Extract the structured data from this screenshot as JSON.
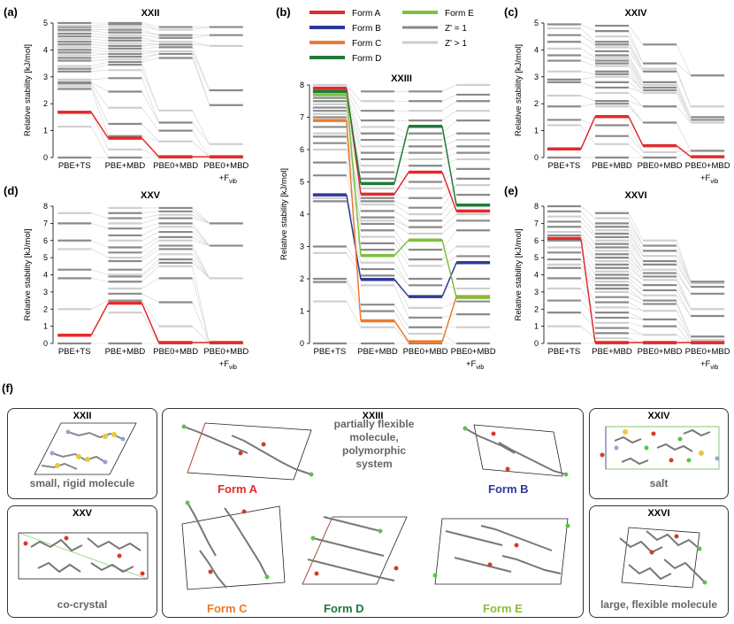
{
  "panel_letters": {
    "a": "(a)",
    "b": "(b)",
    "c": "(c)",
    "d": "(d)",
    "e": "(e)",
    "f": "(f)"
  },
  "y_label": "Relative stability [kJ/mol]",
  "x_labels": [
    "PBE+TS",
    "PBE+MBD",
    "PBE0+MBD",
    "PBE0+MBD"
  ],
  "fvib_plus": "+F",
  "fvib_sub": "vib",
  "legend": [
    {
      "label": "Form A",
      "color": "#e32a2a",
      "width": 4
    },
    {
      "label": "Form B",
      "color": "#2d3a97",
      "width": 4
    },
    {
      "label": "Form C",
      "color": "#ee7a2c",
      "width": 4
    },
    {
      "label": "Form D",
      "color": "#1f7a3a",
      "width": 4
    },
    {
      "label": "Form E",
      "color": "#7cc13d",
      "width": 4
    },
    {
      "label": "Z' = 1",
      "color": "#888888",
      "width": 3
    },
    {
      "label": "Z' > 1",
      "color": "#cccccc",
      "width": 3
    }
  ],
  "chart_data": [
    {
      "type": "energy-ranking",
      "id": "a",
      "title": "XXII",
      "ylim": [
        0,
        5
      ],
      "yticks": [
        0,
        1,
        2,
        3,
        4,
        5
      ],
      "levels": [
        [
          0,
          1.15,
          1.7,
          2.55,
          2.65,
          2.75,
          2.8,
          2.9,
          3.2,
          3.3,
          3.4,
          3.6,
          3.7,
          3.8,
          3.9,
          4.0,
          4.1,
          4.2,
          4.3,
          4.4,
          4.5,
          4.6,
          4.7,
          4.75,
          4.85,
          4.9,
          5.0
        ],
        [
          0,
          0.3,
          0.8,
          1.25,
          1.85,
          2.45,
          2.95,
          3.25,
          3.45,
          3.55,
          3.65,
          3.75,
          3.85,
          3.95,
          4.05,
          4.15,
          4.25,
          4.35,
          4.45,
          4.55,
          4.65,
          4.75,
          4.85,
          4.95,
          5.0
        ],
        [
          0,
          0.6,
          1.0,
          1.3,
          1.75,
          3.7,
          3.85,
          3.95,
          4.1,
          4.2,
          4.3,
          4.45,
          4.55,
          4.75,
          4.85
        ],
        [
          0,
          0.5,
          1.95,
          2.5,
          4.15,
          4.55,
          4.85
        ]
      ],
      "highlight": {
        "series": "red",
        "values": [
          1.68,
          0.72,
          0.03,
          0.03
        ]
      }
    },
    {
      "type": "energy-ranking",
      "id": "b",
      "title": "XXIII",
      "ylim": [
        0,
        8
      ],
      "yticks": [
        0,
        1,
        2,
        3,
        4,
        5,
        6,
        7,
        8
      ],
      "levels": [
        [
          0,
          1.3,
          1.9,
          2.0,
          2.8,
          3.0,
          4.4,
          4.5,
          5.2,
          5.6,
          6.0,
          6.2,
          6.4,
          6.5,
          6.7,
          7.0,
          7.1,
          7.2,
          7.3,
          7.4,
          7.5,
          7.6,
          7.7,
          7.8,
          7.9,
          8.0
        ],
        [
          0,
          0.5,
          1.0,
          1.2,
          1.8,
          2.1,
          2.3,
          2.5,
          2.9,
          3.1,
          3.3,
          3.5,
          3.7,
          3.8,
          3.9,
          4.1,
          4.3,
          4.4,
          4.5,
          4.8,
          5.1,
          5.3,
          5.5,
          5.7,
          5.9,
          6.1,
          6.3,
          6.5,
          6.7,
          6.9,
          7.2,
          7.5,
          7.8
        ],
        [
          0,
          0.3,
          0.5,
          0.8,
          1.1,
          1.8,
          2.0,
          2.4,
          2.6,
          2.9,
          3.4,
          3.6,
          3.8,
          4.0,
          4.2,
          4.5,
          4.8,
          5.0,
          5.5,
          5.7,
          5.9,
          6.1,
          6.3,
          6.5,
          6.9,
          7.2,
          7.5,
          7.8
        ],
        [
          0,
          0.5,
          0.9,
          1.3,
          1.7,
          2.0,
          2.7,
          3.0,
          3.5,
          3.8,
          4.0,
          4.3,
          4.6,
          4.9,
          5.1,
          5.4,
          5.7,
          5.9,
          6.1,
          6.3,
          6.5,
          6.9,
          7.2,
          7.5,
          7.7,
          8.0
        ]
      ],
      "series": [
        {
          "name": "Form A",
          "values": [
            7.9,
            4.62,
            5.3,
            4.1
          ]
        },
        {
          "name": "Form B",
          "values": [
            4.6,
            1.98,
            1.45,
            2.5
          ]
        },
        {
          "name": "Form C",
          "values": [
            6.9,
            0.7,
            0.05,
            1.45
          ]
        },
        {
          "name": "Form D",
          "values": [
            7.8,
            4.95,
            6.72,
            4.28
          ]
        },
        {
          "name": "Form E",
          "values": [
            7.7,
            2.72,
            3.2,
            1.42
          ]
        }
      ]
    },
    {
      "type": "energy-ranking",
      "id": "c",
      "title": "XXIV",
      "ylim": [
        0,
        5
      ],
      "yticks": [
        0,
        1,
        2,
        3,
        4,
        5
      ],
      "levels": [
        [
          0,
          1.2,
          1.4,
          1.9,
          2.3,
          2.8,
          2.9,
          3.2,
          3.6,
          3.8,
          4.05,
          4.3,
          4.55,
          4.8,
          4.95
        ],
        [
          0,
          0.5,
          0.8,
          1.2,
          1.9,
          2.0,
          2.1,
          2.4,
          2.6,
          2.8,
          3.0,
          3.1,
          3.2,
          3.4,
          3.5,
          3.6,
          3.7,
          3.8,
          3.95,
          4.1,
          4.2,
          4.3,
          4.5,
          4.7,
          4.9
        ],
        [
          0,
          0.2,
          1.3,
          1.9,
          2.4,
          2.5,
          2.6,
          2.7,
          2.8,
          3.2,
          3.3,
          3.5,
          4.2
        ],
        [
          0.25,
          1.3,
          1.4,
          1.5,
          1.9,
          3.05
        ]
      ],
      "highlight": {
        "series": "red",
        "values": [
          0.32,
          1.52,
          0.44,
          0.03
        ]
      }
    },
    {
      "type": "energy-ranking",
      "id": "d",
      "title": "XXV",
      "ylim": [
        0,
        8
      ],
      "yticks": [
        0,
        1,
        2,
        3,
        4,
        5,
        6,
        7,
        8
      ],
      "levels": [
        [
          0,
          2.0,
          3.8,
          4.3,
          5.5,
          6.0,
          7.0,
          7.6
        ],
        [
          0,
          1.8,
          2.5,
          2.9,
          3.2,
          3.6,
          3.9,
          4.0,
          4.3,
          4.8,
          5.0,
          5.3,
          5.6,
          6.0,
          6.3,
          6.7,
          7.0,
          7.3,
          7.6,
          7.9
        ],
        [
          0,
          1.0,
          2.4,
          3.8,
          4.5,
          4.7,
          4.9,
          5.2,
          5.5,
          5.7,
          6.0,
          6.2,
          6.5,
          6.8,
          7.0,
          7.3,
          7.5,
          7.7,
          7.9
        ],
        [
          0,
          3.8,
          5.7,
          7.0
        ]
      ],
      "highlight": {
        "series": "red",
        "values": [
          0.48,
          2.35,
          0.05,
          0.05
        ]
      }
    },
    {
      "type": "energy-ranking",
      "id": "e",
      "title": "XXVI",
      "ylim": [
        0,
        8
      ],
      "yticks": [
        0,
        1,
        2,
        3,
        4,
        5,
        6,
        7,
        8
      ],
      "levels": [
        [
          0,
          1.0,
          1.8,
          2.5,
          3.2,
          3.8,
          4.4,
          4.6,
          4.9,
          5.3,
          5.6,
          6.0,
          6.3,
          6.5,
          6.8,
          7.1,
          7.4,
          7.7,
          8.0
        ],
        [
          0,
          0.3,
          0.6,
          0.9,
          1.2,
          1.5,
          1.8,
          2.1,
          2.4,
          2.7,
          3.0,
          3.2,
          3.4,
          3.6,
          3.8,
          4.0,
          4.2,
          4.4,
          4.6,
          4.8,
          5.0,
          5.2,
          5.4,
          5.6,
          5.8,
          6.0,
          6.2,
          6.4,
          6.6,
          6.8,
          7.0,
          7.3,
          7.6
        ],
        [
          0,
          0.5,
          1.0,
          1.4,
          1.9,
          2.3,
          2.5,
          2.8,
          3.1,
          3.4,
          3.7,
          3.9,
          4.1,
          4.3,
          4.6,
          4.8,
          5.1,
          5.4,
          5.7,
          6.0
        ],
        [
          0,
          0.2,
          0.4,
          1.6,
          2.0,
          2.9,
          3.3,
          3.5,
          3.6
        ]
      ],
      "highlight": {
        "series": "red",
        "values": [
          6.12,
          0.05,
          0.05,
          0.05
        ]
      }
    }
  ],
  "molecules": {
    "xxii": {
      "title": "XXII",
      "caption": "small, rigid molecule"
    },
    "xxiii": {
      "title": "XXIII",
      "note": [
        "partially flexible",
        "molecule,",
        "polymorphic",
        "system"
      ],
      "forms": [
        {
          "label": "Form A",
          "color": "#e32a2a"
        },
        {
          "label": "Form B",
          "color": "#2d3a97"
        },
        {
          "label": "Form C",
          "color": "#ee7a2c"
        },
        {
          "label": "Form D",
          "color": "#1f7a3a"
        },
        {
          "label": "Form E",
          "color": "#8dbf3a"
        }
      ]
    },
    "xxiv": {
      "title": "XXIV",
      "caption": "salt"
    },
    "xxv": {
      "title": "XXV",
      "caption": "co-crystal"
    },
    "xxvi": {
      "title": "XXVI",
      "caption": "large, flexible molecule"
    }
  }
}
